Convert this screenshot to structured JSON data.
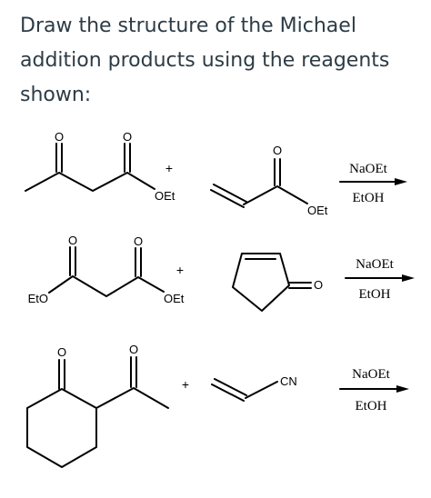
{
  "question": {
    "line1": "Draw the structure of the Michael",
    "line2": "addition products using the reagents",
    "line3": "shown:"
  },
  "labels": {
    "oxygen": "O",
    "ethoxy": "OEt",
    "ethoxy_left": "EtO",
    "nitrile": "CN",
    "plus": "+"
  },
  "conditions": {
    "base": "NaOEt",
    "solvent": "EtOH"
  }
}
